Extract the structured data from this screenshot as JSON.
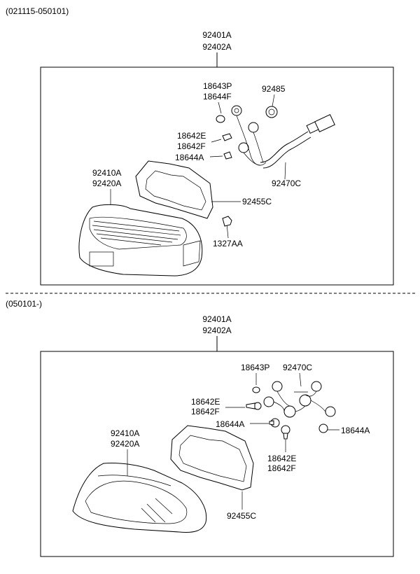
{
  "diagram": {
    "top": {
      "date_range": "(021115-050101)",
      "assembly": [
        "92401A",
        "92402A"
      ],
      "parts": {
        "bulb_p": [
          "18643P",
          "18644F"
        ],
        "socket": "92485",
        "bulb_e": [
          "18642E",
          "18642F"
        ],
        "bulb_a": "18644A",
        "lens": [
          "92410A",
          "92420A"
        ],
        "harness": "92470C",
        "gasket": "92455C",
        "screw": "1327AA"
      }
    },
    "bottom": {
      "date_range": "(050101-)",
      "assembly": [
        "92401A",
        "92402A"
      ],
      "parts": {
        "bulb_p": "18643P",
        "harness": "92470C",
        "bulb_e_left": [
          "18642E",
          "18642F"
        ],
        "bulb_a_left": "18644A",
        "bulb_a_right": "18644A",
        "bulb_e_bottom": [
          "18642E",
          "18642F"
        ],
        "lens": [
          "92410A",
          "92420A"
        ],
        "gasket": "92455C"
      }
    }
  }
}
